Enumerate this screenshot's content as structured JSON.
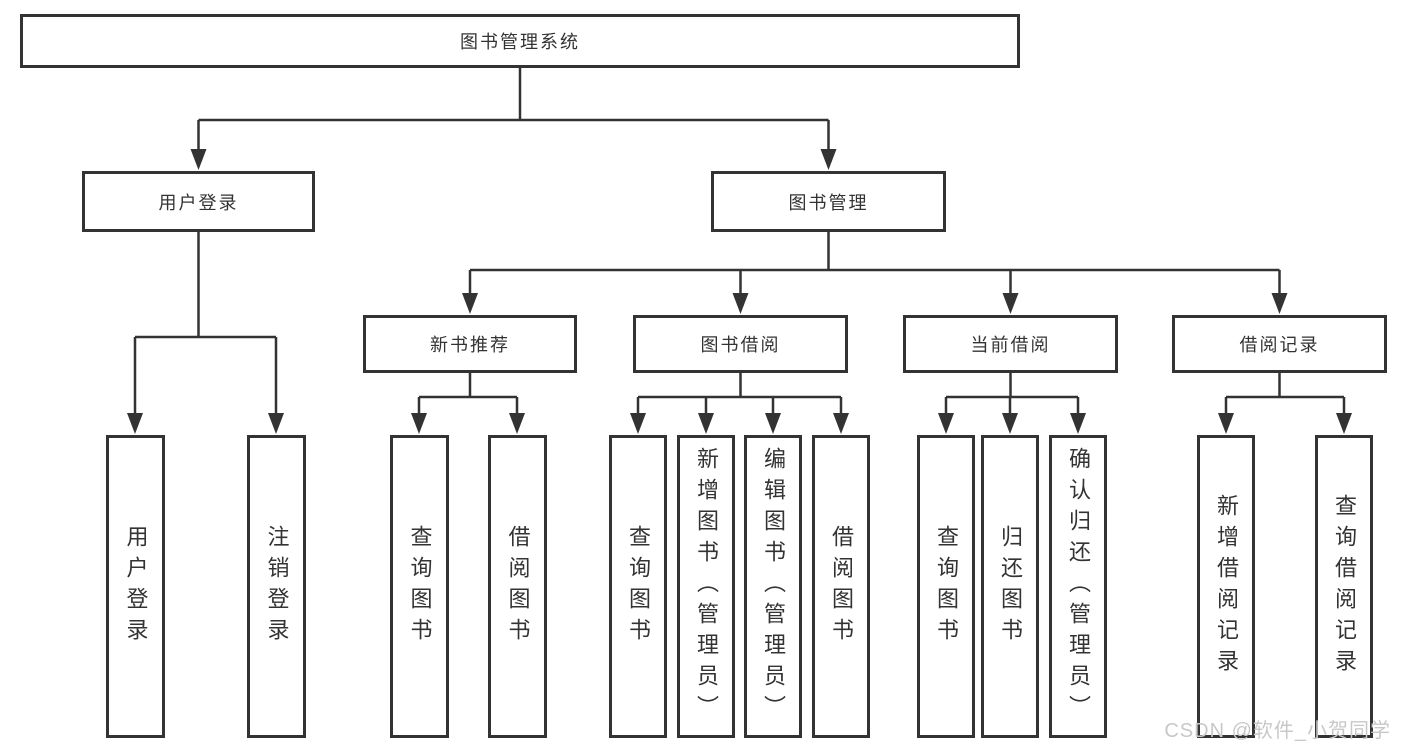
{
  "tree": {
    "label": "图书管理系统",
    "children": [
      {
        "label": "用户登录",
        "children": [
          {
            "label": "用户登录"
          },
          {
            "label": "注销登录"
          }
        ]
      },
      {
        "label": "图书管理",
        "children": [
          {
            "label": "新书推荐",
            "children": [
              {
                "label": "查询图书"
              },
              {
                "label": "借阅图书"
              }
            ]
          },
          {
            "label": "图书借阅",
            "children": [
              {
                "label": "查询图书"
              },
              {
                "label": "新增图书（管理员）"
              },
              {
                "label": "编辑图书（管理员）"
              },
              {
                "label": "借阅图书"
              }
            ]
          },
          {
            "label": "当前借阅",
            "children": [
              {
                "label": "查询图书"
              },
              {
                "label": "归还图书"
              },
              {
                "label": "确认归还（管理员）"
              }
            ]
          },
          {
            "label": "借阅记录",
            "children": [
              {
                "label": "新增借阅记录"
              },
              {
                "label": "查询借阅记录"
              }
            ]
          }
        ]
      }
    ]
  },
  "watermark": {
    "text": "CSDN @软件_小贺同学"
  },
  "colors": {
    "line": "#333333",
    "box_border": "#333333",
    "text": "#333333",
    "watermark_text": "#c8c8c8",
    "background": "#ffffff"
  }
}
